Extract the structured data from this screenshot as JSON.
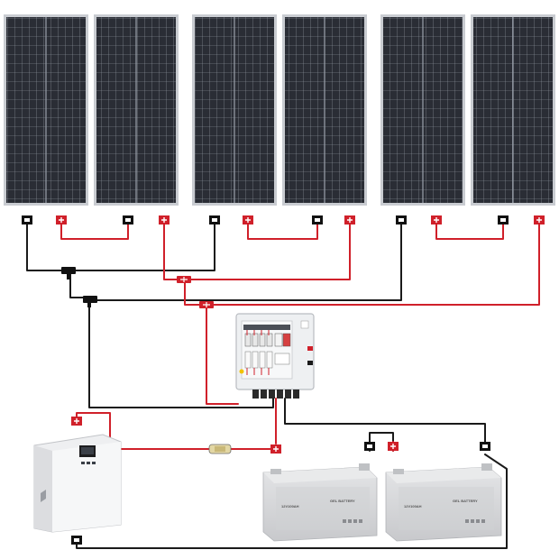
{
  "diagram": {
    "panel_count": 6,
    "battery_count": 2,
    "battery_brand": "GEL BATTERY",
    "battery_rating": "12V100AH",
    "colors": {
      "positive_wire": "#d0202a",
      "negative_wire": "#1a1a1a",
      "panel_cell": "#2a2d35",
      "panel_frame": "#c9ccd1",
      "battery_body": "#d9dadc",
      "inverter_body": "#eeeff1"
    },
    "icons": [
      "solar-panel",
      "mc4-connector-positive",
      "mc4-connector-negative",
      "combiner-box",
      "inline-fuse",
      "inverter",
      "gel-battery"
    ]
  }
}
